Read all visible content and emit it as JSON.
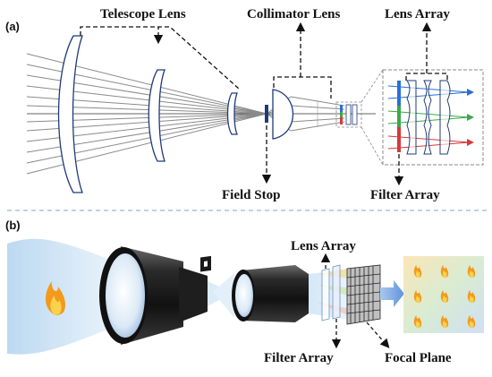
{
  "panel_a": {
    "tag": "(a)",
    "labels": {
      "telescope_lens": "Telescope Lens",
      "collimator_lens": "Collimator Lens",
      "lens_array": "Lens Array",
      "field_stop": "Field Stop",
      "filter_array": "Filter Array"
    }
  },
  "panel_b": {
    "tag": "(b)",
    "labels": {
      "lens_array": "Lens Array",
      "filter_array": "Filter Array",
      "focal_plane": "Focal Plane"
    }
  },
  "colors": {
    "lens_outline": "#1f3a78",
    "ray_gray": "#8a8a8a",
    "band_blue": "#2a6fd6",
    "band_green": "#3aa84a",
    "band_red": "#d43a3a",
    "callout_dash": "#111111",
    "separator": "#7aa2d8"
  },
  "icons": [
    "fire-icon",
    "up-arrow-icon",
    "down-arrow-icon"
  ]
}
